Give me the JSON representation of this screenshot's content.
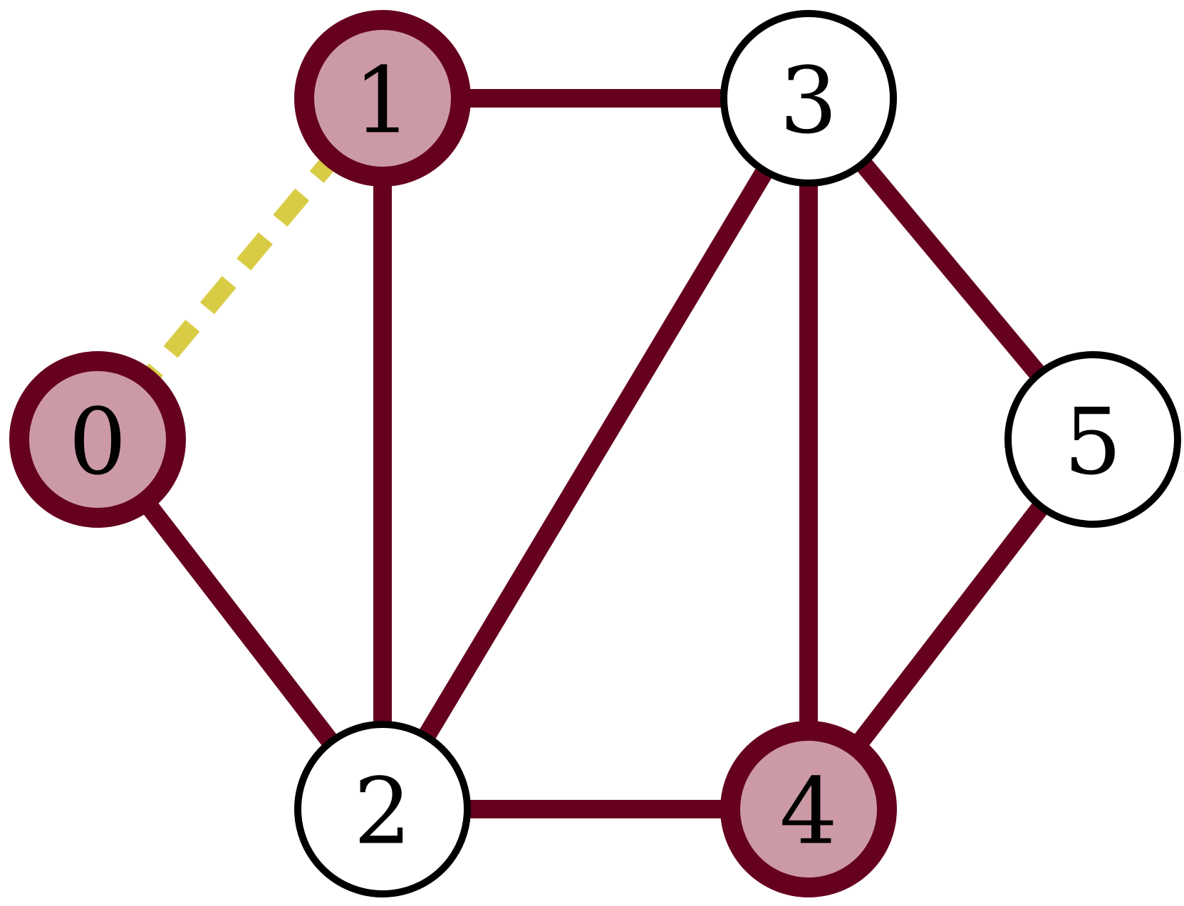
{
  "colors": {
    "edge": "#66001f",
    "highlight_edge": "#d9cc45",
    "selected_fill": "#cc9aa6",
    "selected_stroke": "#66001f",
    "default_fill": "#ffffff",
    "default_stroke": "#000000"
  },
  "nodes": [
    {
      "id": "n0",
      "label": "0",
      "selected": true
    },
    {
      "id": "n1",
      "label": "1",
      "selected": true
    },
    {
      "id": "n2",
      "label": "2",
      "selected": false
    },
    {
      "id": "n3",
      "label": "3",
      "selected": false
    },
    {
      "id": "n4",
      "label": "4",
      "selected": true
    },
    {
      "id": "n5",
      "label": "5",
      "selected": false
    }
  ],
  "edges": [
    {
      "from": "n0",
      "to": "n1",
      "style": "dashed-highlight"
    },
    {
      "from": "n0",
      "to": "n2",
      "style": "solid"
    },
    {
      "from": "n1",
      "to": "n2",
      "style": "solid"
    },
    {
      "from": "n1",
      "to": "n3",
      "style": "solid"
    },
    {
      "from": "n2",
      "to": "n3",
      "style": "solid"
    },
    {
      "from": "n2",
      "to": "n4",
      "style": "solid"
    },
    {
      "from": "n3",
      "to": "n4",
      "style": "solid"
    },
    {
      "from": "n3",
      "to": "n5",
      "style": "solid"
    },
    {
      "from": "n4",
      "to": "n5",
      "style": "solid"
    }
  ]
}
